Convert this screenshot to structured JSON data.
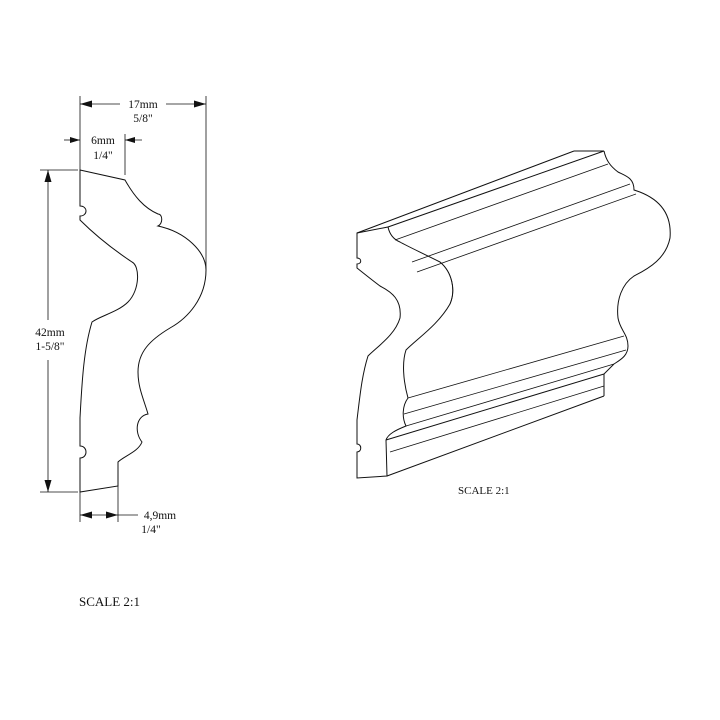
{
  "profile_view": {
    "width_total": {
      "metric": "17mm",
      "imperial": "5/8\""
    },
    "top_lip": {
      "metric": "6mm",
      "imperial": "1/4\""
    },
    "height_total": {
      "metric": "42mm",
      "imperial": "1-5/8\""
    },
    "bottom_lip": {
      "metric": "4,9mm",
      "imperial": "1/4\""
    },
    "scale_label": "SCALE  2:1"
  },
  "iso_view": {
    "scale_label": "SCALE  2:1"
  },
  "colors": {
    "line": "#111111",
    "background": "#ffffff"
  }
}
